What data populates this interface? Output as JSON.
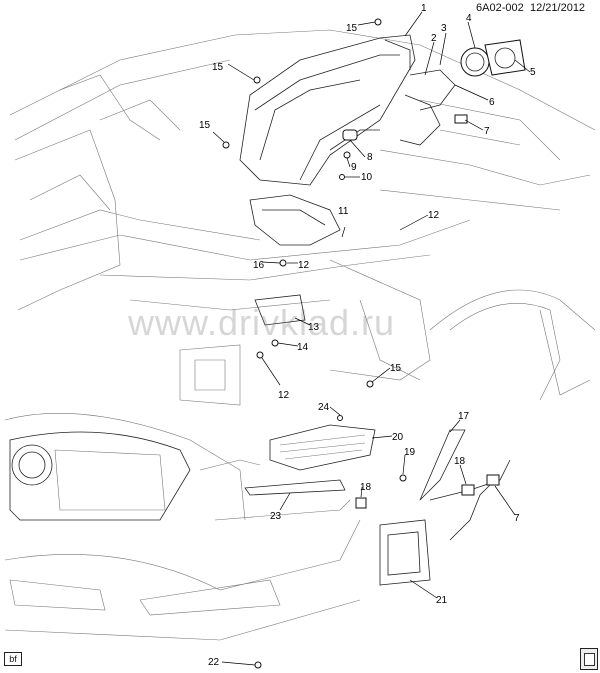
{
  "header": {
    "code": "6A02-002",
    "date": "12/21/2012"
  },
  "watermark": "www.drivklad.ru",
  "corner_label": "bf",
  "callouts": [
    "1",
    "2",
    "3",
    "4",
    "5",
    "6",
    "7",
    "8",
    "9",
    "10",
    "11",
    "12",
    "13",
    "14",
    "15",
    "16",
    "17",
    "18",
    "19",
    "20",
    "21",
    "22",
    "23",
    "24"
  ]
}
